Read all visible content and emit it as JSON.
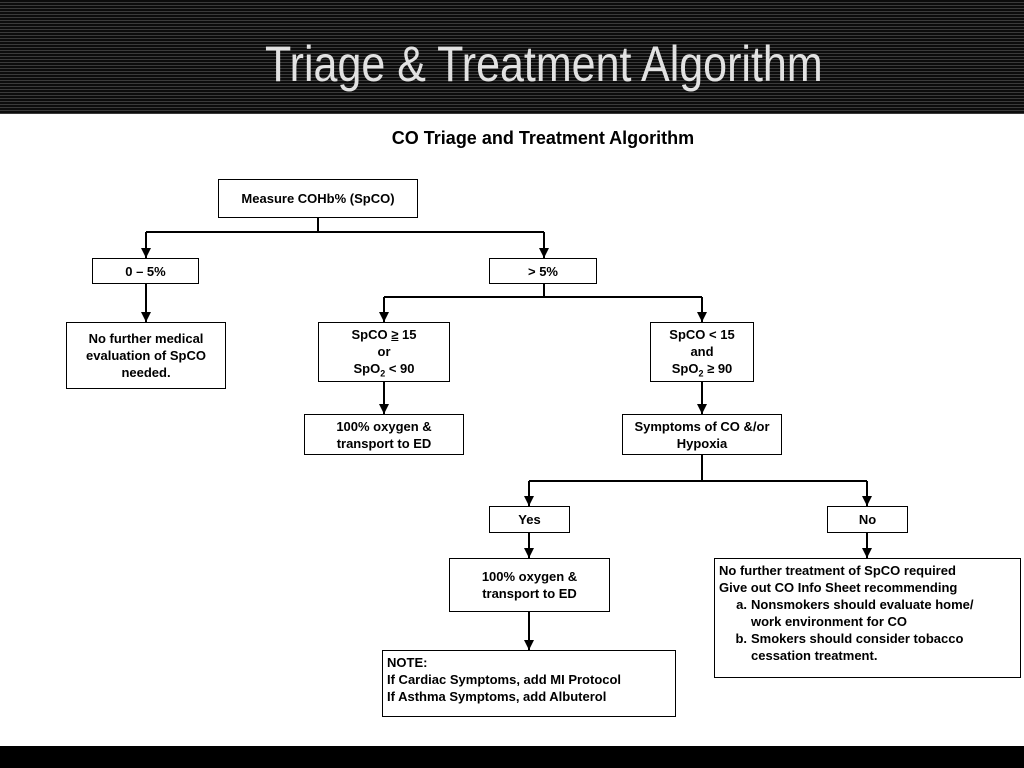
{
  "header": {
    "title": "Triage & Treatment Algorithm"
  },
  "diagram": {
    "title": "CO Triage and Treatment Algorithm",
    "measure": "Measure COHb% (SpCO)",
    "low_range": "0 – 5%",
    "high_range": "> 5%",
    "no_further_eval": [
      "No further medical",
      "evaluation of SpCO",
      "needed."
    ],
    "high_branch": {
      "spco_prefix": "SpCO ",
      "spco_op": "≥",
      "spco_value": " 15",
      "join": "or",
      "spo_prefix": "SpO",
      "spo_sub": "2",
      "spo_op": " < ",
      "spo_value": "90"
    },
    "low_branch": {
      "spco_prefix": "SpCO ",
      "spco_op": "<",
      "spco_value": " 15",
      "join": "and",
      "spo_prefix": "SpO",
      "spo_sub": "2",
      "spo_op": " ≥ ",
      "spo_value": "90"
    },
    "oxygen_transport_1": [
      "100% oxygen &",
      "transport to ED"
    ],
    "symptoms": [
      "Symptoms of CO &/or",
      "Hypoxia"
    ],
    "yes": "Yes",
    "no": "No",
    "oxygen_transport_2": [
      "100% oxygen &",
      "transport to ED"
    ],
    "note": [
      "NOTE:",
      "If Cardiac Symptoms, add MI Protocol",
      "If Asthma Symptoms, add Albuterol"
    ],
    "no_treatment": {
      "lines": [
        "No further treatment of SpCO required",
        "Give out CO Info Sheet recommending"
      ],
      "items": [
        {
          "marker": "a.",
          "lines": [
            "Nonsmokers should evaluate home/",
            "work environment for CO"
          ]
        },
        {
          "marker": "b.",
          "lines": [
            "Smokers should consider tobacco",
            "cessation treatment."
          ]
        }
      ]
    }
  }
}
